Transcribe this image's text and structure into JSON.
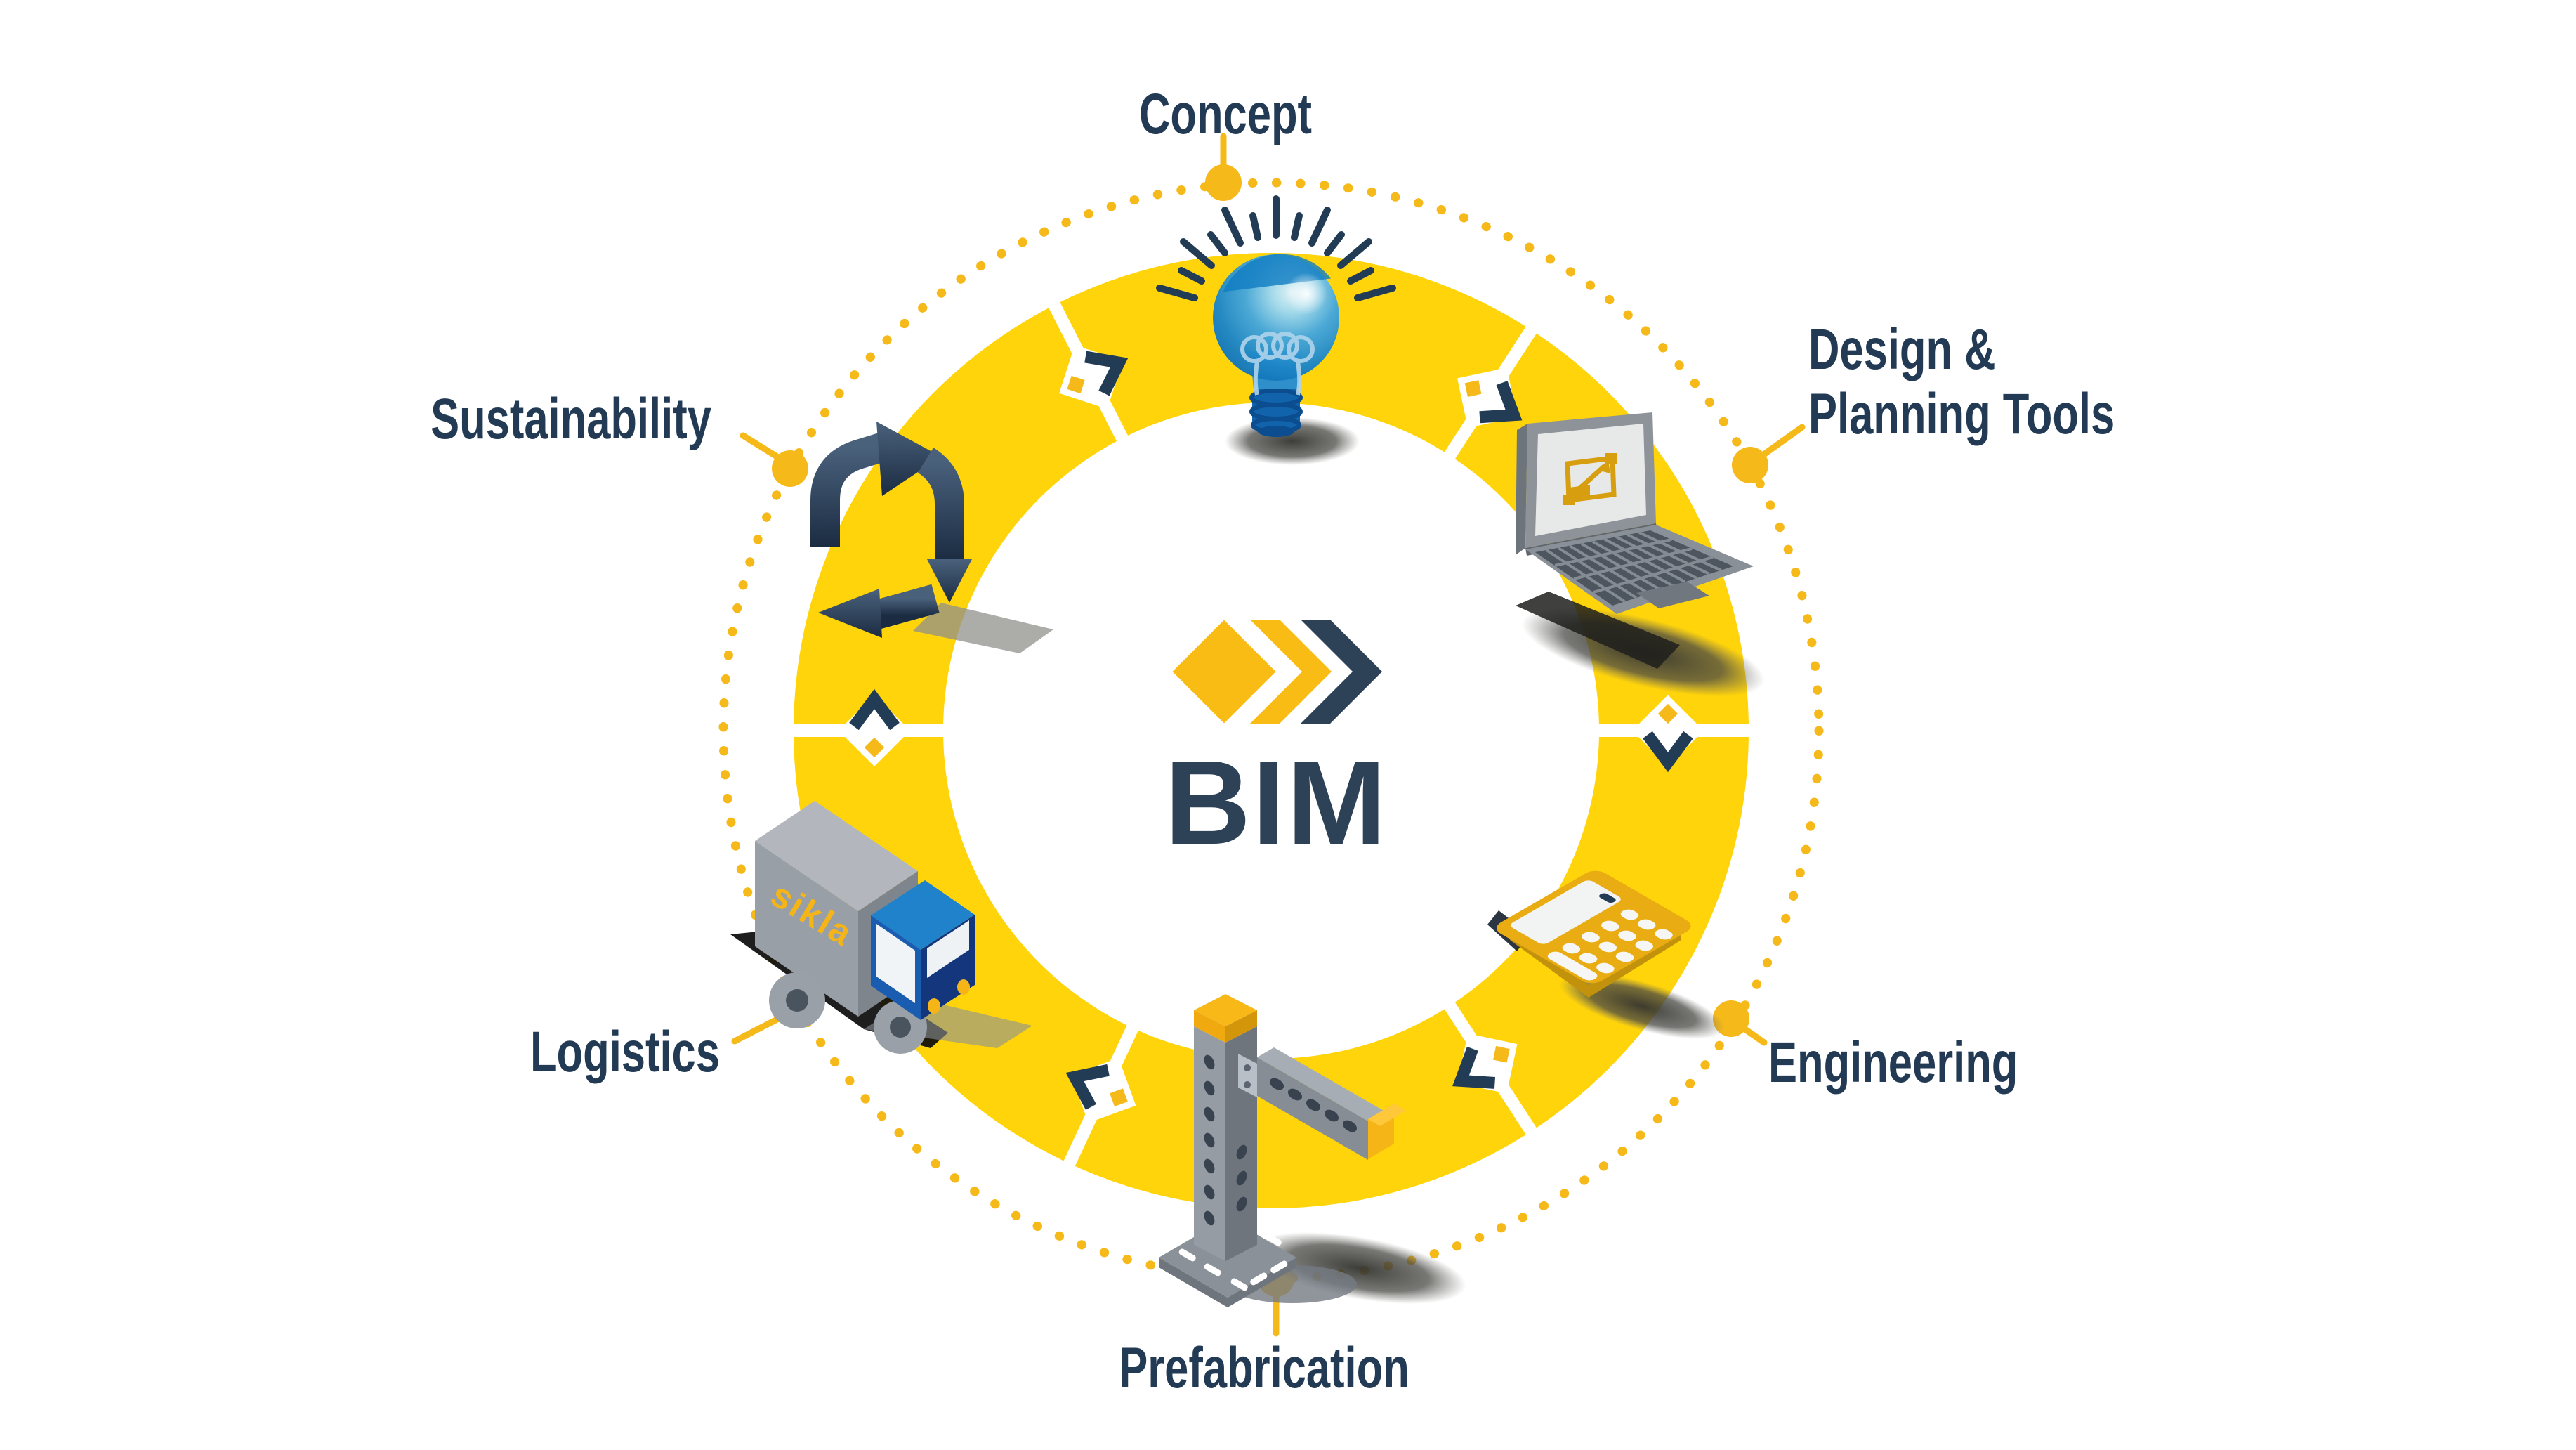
{
  "diagram": {
    "title_center": "BIM",
    "stages": [
      {
        "name": "concept",
        "label": "Concept",
        "icon": "lightbulb-icon",
        "position": "top"
      },
      {
        "name": "design-planning",
        "label_line1": "Design &",
        "label_line2": "Planning Tools",
        "icon": "laptop-icon",
        "position": "upper-right"
      },
      {
        "name": "engineering",
        "label": "Engineering",
        "icon": "calculator-icon",
        "position": "lower-right"
      },
      {
        "name": "prefabrication",
        "label": "Prefabrication",
        "icon": "support-structure-icon",
        "position": "bottom"
      },
      {
        "name": "logistics",
        "label": "Logistics",
        "icon": "delivery-truck-icon",
        "position": "lower-left"
      },
      {
        "name": "sustainability",
        "label": "Sustainability",
        "icon": "recycling-arrows-icon",
        "position": "upper-left"
      }
    ],
    "truck": {
      "brand": "sikla"
    },
    "colors": {
      "ring_yellow": "#FFD40A",
      "accent_amber": "#F5B91A",
      "navy": "#223A54",
      "bulb_blue": "#1C85C6",
      "white": "#FFFFFF"
    }
  }
}
